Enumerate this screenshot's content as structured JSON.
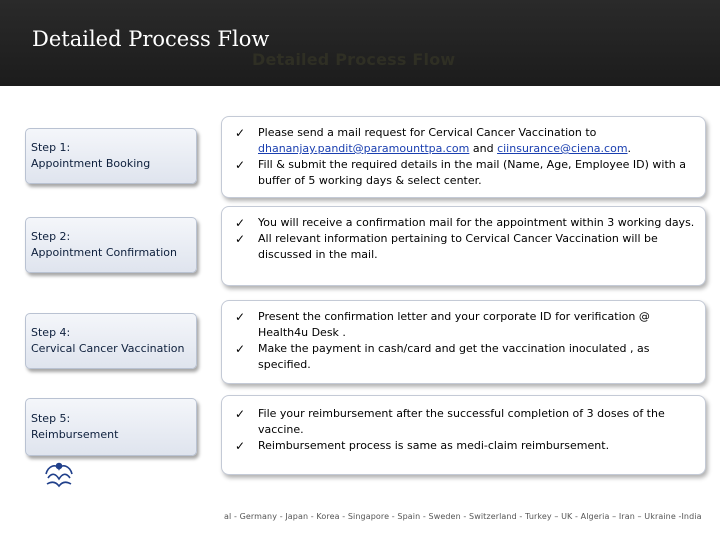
{
  "header": {
    "title": "Detailed Process Flow",
    "title_shadow": "Detailed Process Flow"
  },
  "steps": [
    {
      "label": "Step 1:",
      "name": "Appointment Booking",
      "bullets": [
        {
          "pre": "Please send a mail request for Cervical Cancer Vaccination to ",
          "link1": "dhananjay.pandit@paramounttpa.com",
          "mid": " and ",
          "link2": "ciinsurance@ciena.com",
          "post": "."
        },
        {
          "text": "Fill & submit the required details in the mail (Name, Age, Employee ID) with a buffer of 5 working days & select center."
        }
      ]
    },
    {
      "label": "Step 2:",
      "name": "Appointment Confirmation",
      "bullets": [
        {
          "text": "You will receive a confirmation mail for the appointment within 3 working days."
        },
        {
          "text": "All relevant information pertaining to Cervical Cancer Vaccination will be discussed in the mail."
        }
      ]
    },
    {
      "label": "Step 4:",
      "name": "Cervical Cancer Vaccination",
      "bullets": [
        {
          "text": "Present the confirmation letter and your corporate ID for verification @ Health4u Desk ."
        },
        {
          "text": "Make the payment in cash/card and get the vaccination inoculated , as specified."
        }
      ]
    },
    {
      "label": "Step 5:",
      "name": "Reimbursement",
      "bullets": [
        {
          "text": "File your reimbursement after the successful completion of 3 doses of the vaccine."
        },
        {
          "text": "Reimbursement process is same as medi-claim reimbursement."
        }
      ]
    }
  ],
  "check_glyph": "✓",
  "footer_text": "al - Germany - Japan - Korea - Singapore - Spain - Sweden - Switzerland - Turkey – UK - Algeria – Iran – Ukraine -India",
  "colors": {
    "header_bg": "#1c1c1c",
    "step_text": "#0d1f3c",
    "link": "#1a3fb0",
    "logo": "#1f3f8a"
  }
}
